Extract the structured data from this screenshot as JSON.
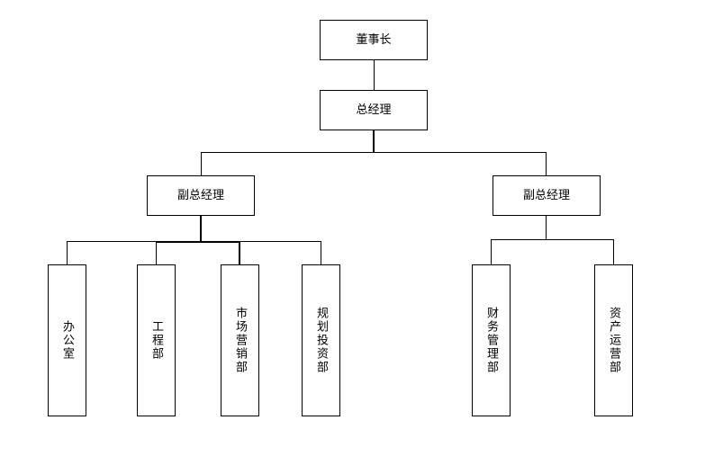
{
  "org_chart": {
    "chairman": "董事长",
    "general_manager": "总经理",
    "vice_gm_left": "副总经理",
    "vice_gm_right": "副总经理",
    "departments_left": [
      "办公室",
      "工程部",
      "市场营销部",
      "规划投资部"
    ],
    "departments_right": [
      "财务管理部",
      "资产运营部"
    ]
  },
  "colors": {
    "line": "#000000",
    "box_border": "#000000",
    "background": "#ffffff"
  }
}
